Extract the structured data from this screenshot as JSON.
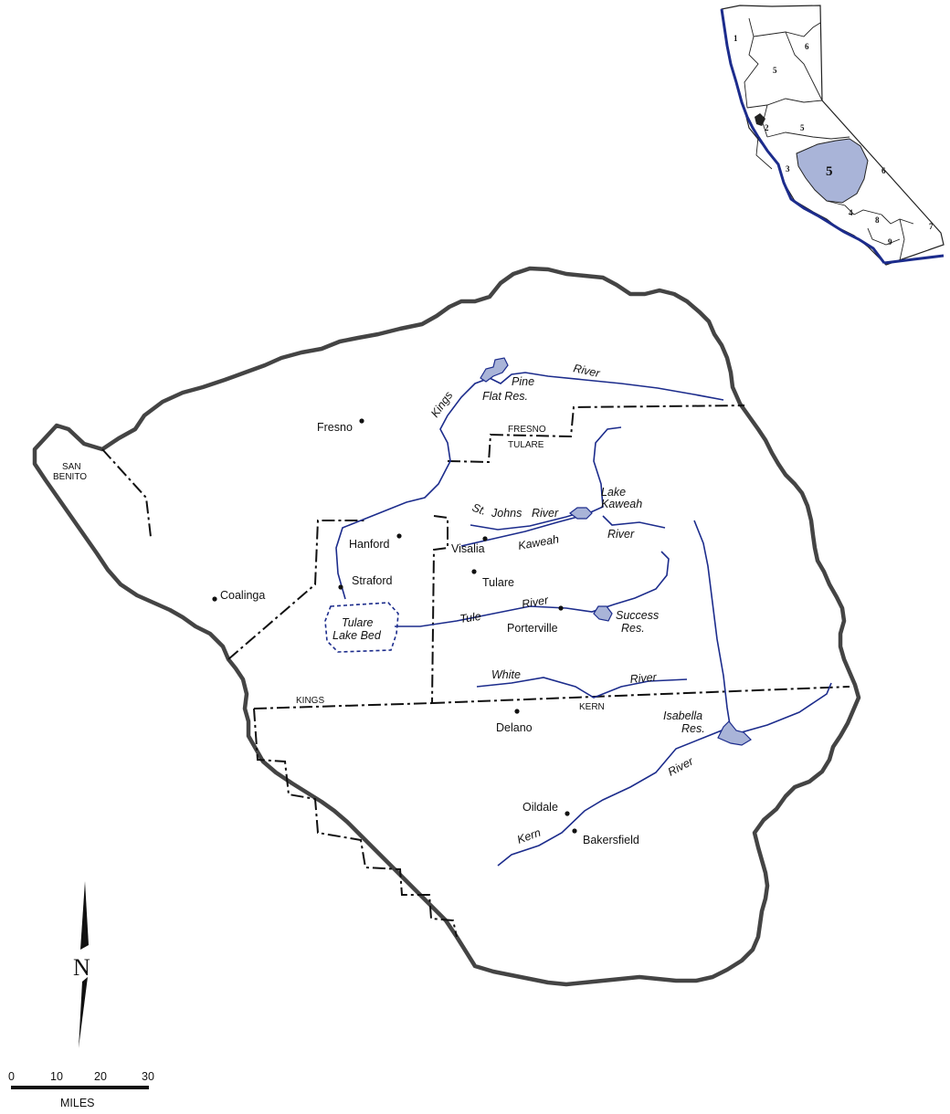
{
  "cities": [
    {
      "name": "Fresno",
      "key": "fresno"
    },
    {
      "name": "Hanford",
      "key": "hanford"
    },
    {
      "name": "Straford",
      "key": "straford"
    },
    {
      "name": "Coalinga",
      "key": "coalinga"
    },
    {
      "name": "Visalia",
      "key": "visalia"
    },
    {
      "name": "Tulare",
      "key": "tulare"
    },
    {
      "name": "Porterville",
      "key": "porterville"
    },
    {
      "name": "Delano",
      "key": "delano"
    },
    {
      "name": "Oildale",
      "key": "oildale"
    },
    {
      "name": "Bakersfield",
      "key": "bakersfield"
    }
  ],
  "water_labels": {
    "kings": "Kings",
    "kings_river": "River",
    "pine": "Pine",
    "flat_res": "Flat  Res.",
    "st": "St.",
    "johns": "Johns",
    "st_johns_river": "River",
    "lake": "Lake",
    "kaweah_lake": "Kaweah",
    "kaweah": "Kaweah",
    "kaweah_river": "River",
    "tule": "Tule",
    "tule_river": "River",
    "success": "Success",
    "success_res": "Res.",
    "tulare_lake_1": "Tulare",
    "tulare_lake_2": "Lake Bed",
    "white": "White",
    "white_river": "River",
    "isabella": "Isabella",
    "isabella_res": "Res.",
    "kern": "Kern",
    "kern_river": "River"
  },
  "counties": {
    "san_benito_1": "SAN",
    "san_benito_2": "BENITO",
    "fresno": "FRESNO",
    "tulare": "TULARE",
    "kings": "KINGS",
    "kern": "KERN"
  },
  "inset": {
    "highlighted_region": "5",
    "regions": [
      "1",
      "2",
      "3",
      "4",
      "5",
      "5",
      "5",
      "6",
      "6",
      "7",
      "8",
      "9"
    ]
  },
  "north_arrow": {
    "letter": "N"
  },
  "scale_bar": {
    "ticks": [
      "0",
      "10",
      "20",
      "30"
    ],
    "units": "MILES"
  },
  "colors": {
    "river": "#1c2c8c",
    "water_fill": "#a9b4d8",
    "highlight": "#a9b4d8",
    "outline": "#444444",
    "coast": "#1c2c8c"
  }
}
